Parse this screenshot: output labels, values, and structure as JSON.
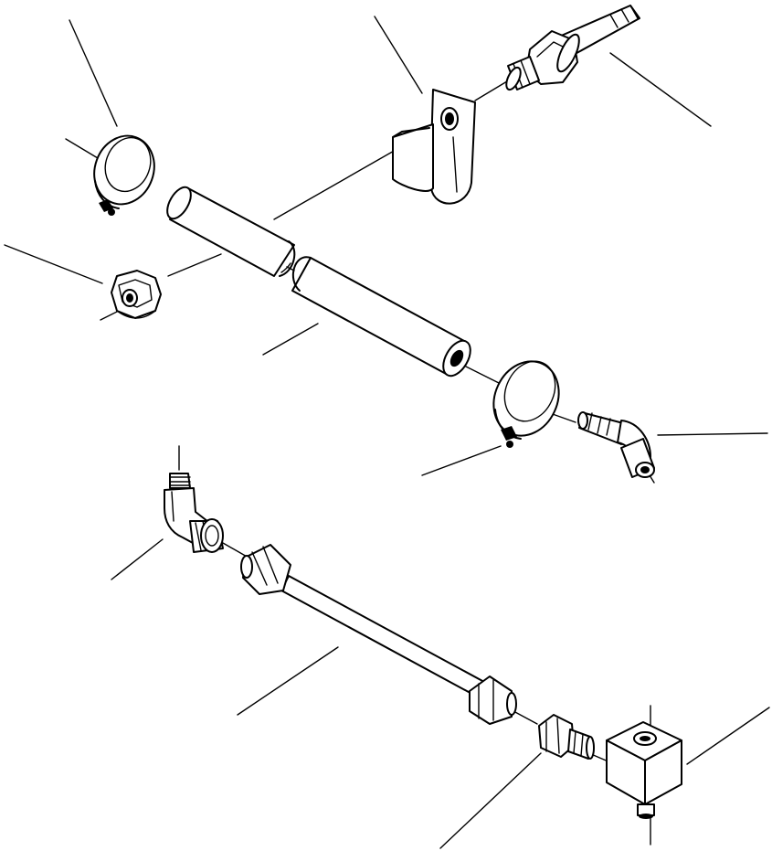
{
  "diagram": {
    "parts": [
      {
        "id": "hose-clamp-upper",
        "icon": "hose-clamp-icon"
      },
      {
        "id": "flange-nut",
        "icon": "nut-icon"
      },
      {
        "id": "hose-upper",
        "icon": "hose-icon"
      },
      {
        "id": "hose-lower",
        "icon": "hose-icon"
      },
      {
        "id": "p-clip",
        "icon": "p-clip-icon"
      },
      {
        "id": "hose-barb-connector",
        "icon": "barb-fitting-icon"
      },
      {
        "id": "hose-clamp-lower",
        "icon": "hose-clamp-icon"
      },
      {
        "id": "elbow-barb-fitting",
        "icon": "elbow-fitting-icon"
      },
      {
        "id": "elbow-fitting",
        "icon": "elbow-fitting-icon"
      },
      {
        "id": "tube-assembly",
        "icon": "tube-icon"
      },
      {
        "id": "straight-connector",
        "icon": "connector-icon"
      },
      {
        "id": "tee-block",
        "icon": "block-icon"
      }
    ]
  }
}
